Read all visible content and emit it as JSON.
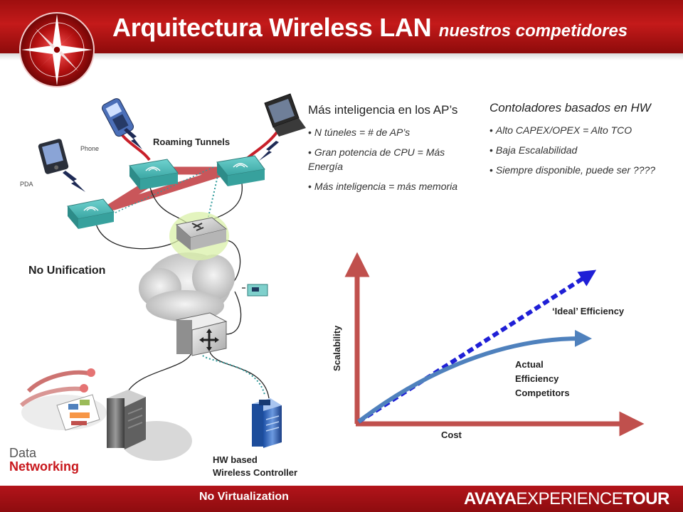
{
  "slide": {
    "title_main": "Arquitectura Wireless LAN",
    "title_sub": "nuestros competidores",
    "footer_caption": "No Virtualization",
    "brand_bold": "AVAYA",
    "brand_light": "EXPERIENCE",
    "brand_bold2": "TOUR"
  },
  "diagram": {
    "phone_label": "Phone",
    "pda_label": "PDA",
    "roaming_label": "Roaming Tunnels",
    "no_unification_label": "No Unification",
    "hw_controller_line1": "HW based",
    "hw_controller_line2": "Wireless Controller",
    "data_networking_line1": "Data",
    "data_networking_line2": "Networking"
  },
  "left_column": {
    "heading": "Más inteligencia en los AP’s",
    "bullets": [
      "N túneles = # de AP’s",
      "Gran potencia de CPU = Más Energía",
      "Más inteligencia = más memoria"
    ]
  },
  "right_column": {
    "heading": "Contoladores basados en HW",
    "bullets": [
      "Alto CAPEX/OPEX = Alto TCO",
      "Baja Escalabilidad",
      "Siempre disponible, puede ser ????"
    ]
  },
  "chart": {
    "x_label": "Cost",
    "y_label": "Scalability",
    "ideal_label": "‘Ideal’ Efficiency",
    "actual_line1": "Actual",
    "actual_line2": "Efficiency",
    "actual_line3": "Competitors",
    "colors": {
      "axis": "#c0504d",
      "ideal": "#1f1fd6",
      "actual": "#4f81bd"
    }
  }
}
